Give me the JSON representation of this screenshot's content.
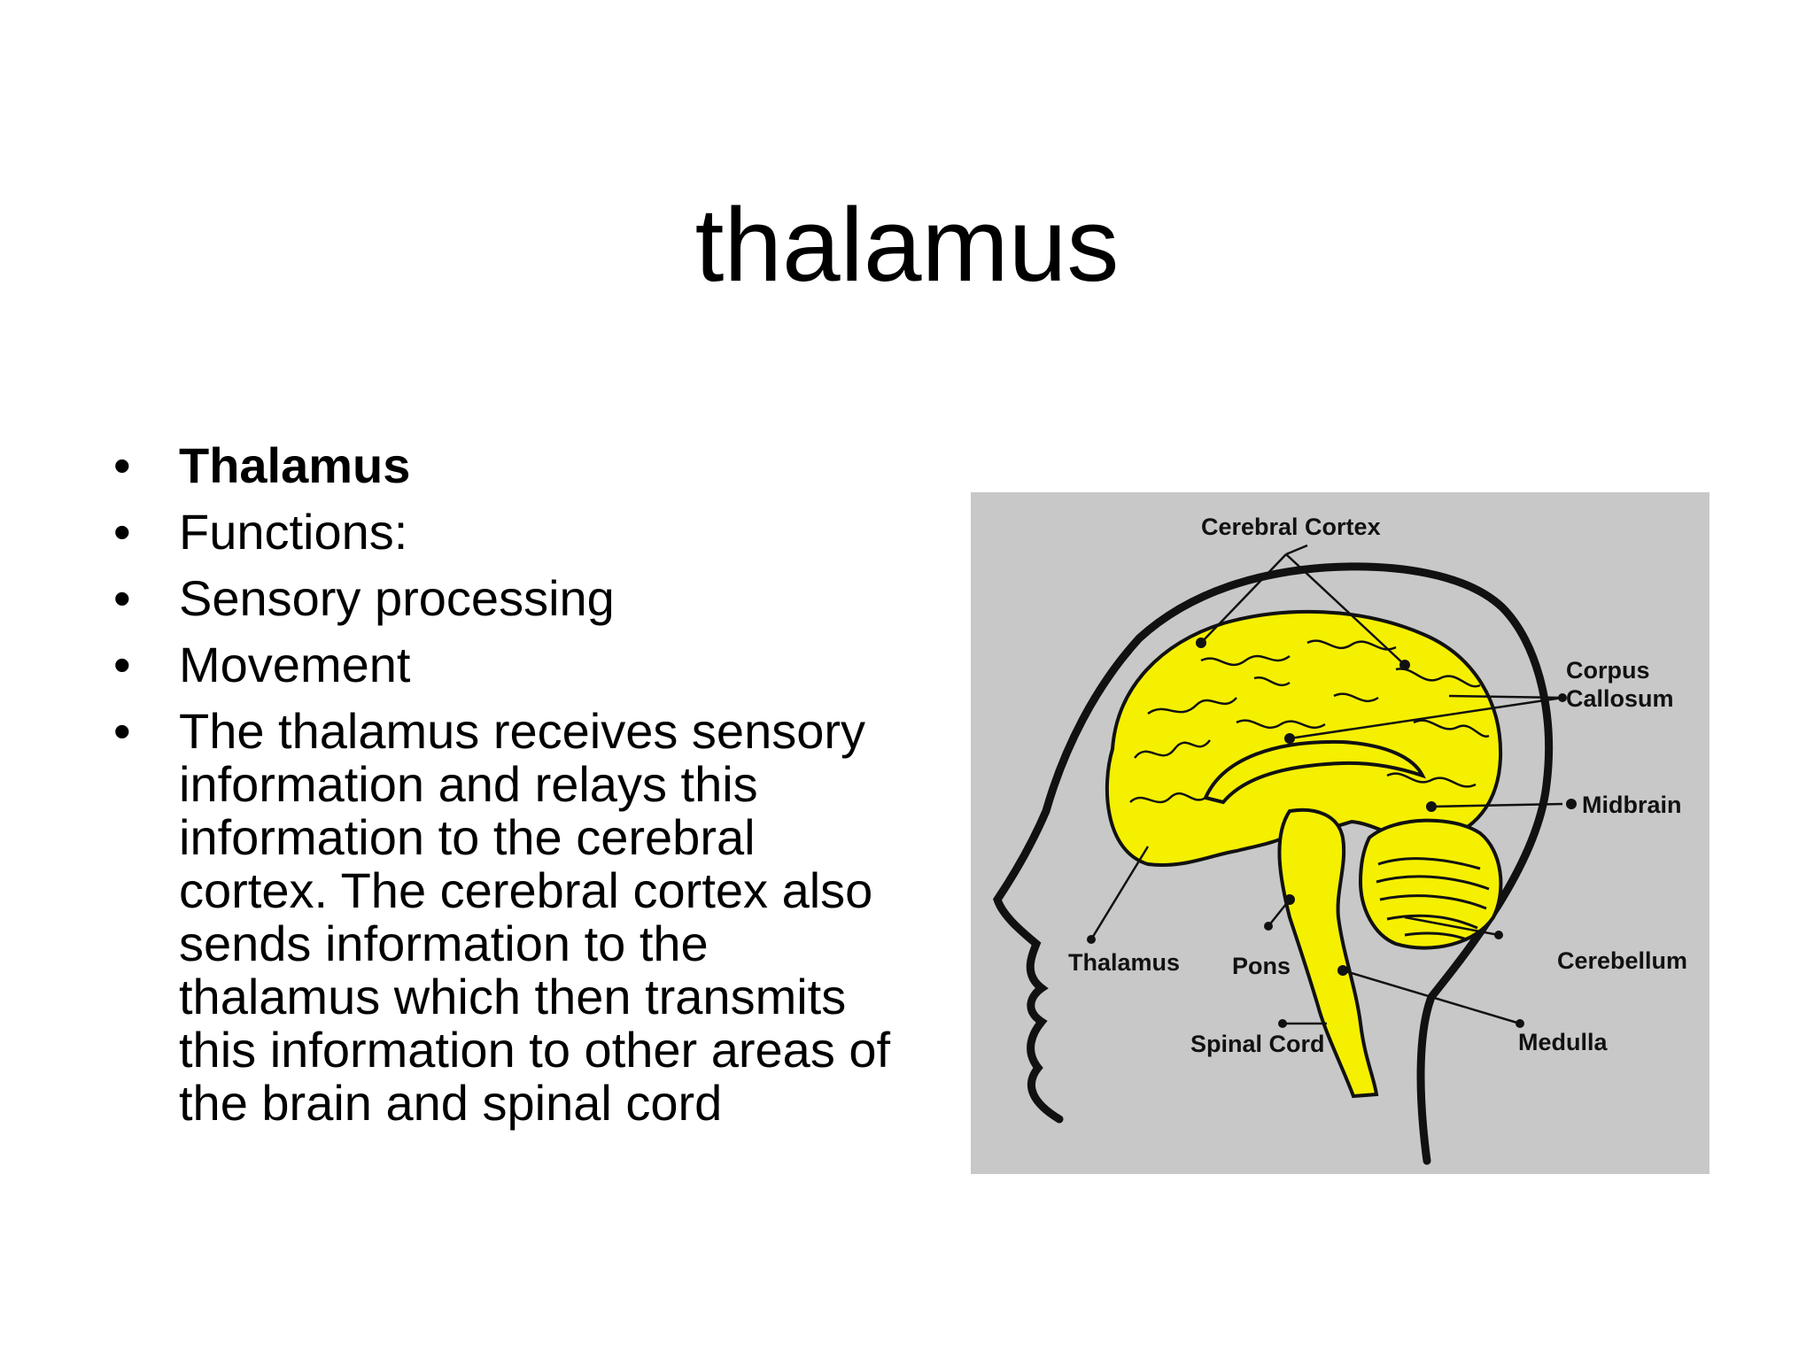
{
  "slide": {
    "title": "thalamus",
    "bullets": [
      {
        "text": "Thalamus",
        "bold": true
      },
      {
        "text": "Functions:",
        "bold": false
      },
      {
        "text": "Sensory processing",
        "bold": false
      },
      {
        "text": "Movement",
        "bold": false
      },
      {
        "text": "The thalamus receives sensory information and relays this information to the cerebral cortex. The cerebral cortex also sends information to the thalamus which then transmits this information to other areas of the brain and spinal cord",
        "bold": false
      }
    ],
    "bullet_symbol": "•"
  },
  "figure": {
    "labels": {
      "cerebral_cortex": "Cerebral Cortex",
      "corpus": "Corpus",
      "callosum": "Callosum",
      "midbrain": "Midbrain",
      "cerebellum": "Cerebellum",
      "medulla": "Medulla",
      "spinal_cord": "Spinal Cord",
      "pons": "Pons",
      "thalamus": "Thalamus"
    },
    "colors": {
      "background": "#c8c8c8",
      "brain": "#f5f000",
      "outline": "#111111"
    }
  }
}
